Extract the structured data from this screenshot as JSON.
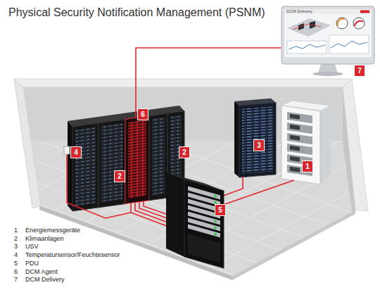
{
  "diagram": {
    "title": "Physical Security Notification Management (PSNM)",
    "nodes": [
      {
        "text": [
          "7"
        ]
      },
      {
        "text": [
          "6"
        ]
      },
      {
        "text": [
          "3"
        ]
      },
      {
        "text": [
          "4"
        ]
      },
      {
        "text": [
          "2"
        ]
      },
      {
        "text": [
          "1"
        ]
      },
      {
        "text": [
          "2"
        ]
      },
      {
        "text": [
          "5"
        ]
      }
    ],
    "labels": [
      "DCM Delivery",
      "1",
      "Energiemessgeräte",
      "2",
      "Klimaanlagen",
      "3",
      "USV",
      "4",
      "Temperatursensor/Feuchtesensor",
      "5",
      "PDU",
      "6",
      "DCM Agent",
      "7",
      "DCM Delivery"
    ]
  }
}
